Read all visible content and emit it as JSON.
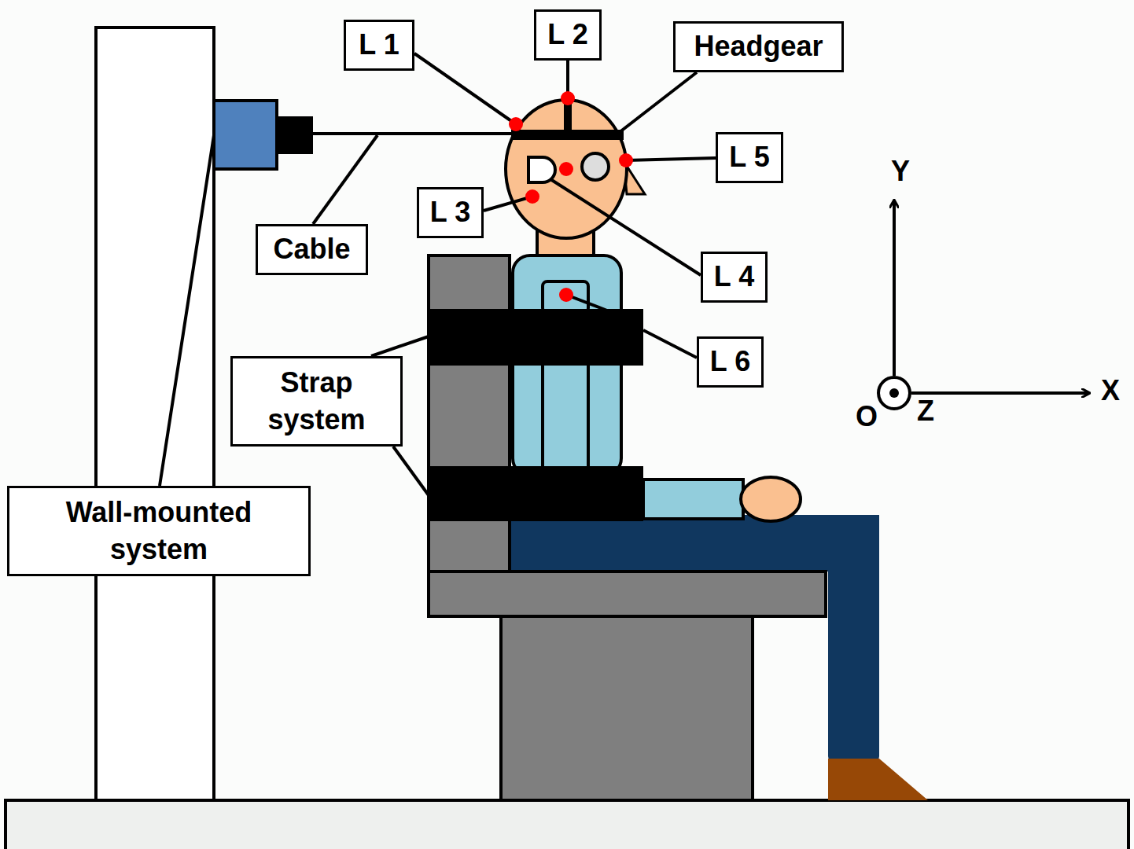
{
  "diagram": {
    "nodes": [
      {
        "text": [
          "L 1"
        ]
      },
      {
        "text": [
          "L 2"
        ]
      },
      {
        "text": [
          "Headgear"
        ]
      },
      {
        "text": [
          "L 5"
        ]
      },
      {
        "text": [
          "L 3"
        ]
      },
      {
        "text": [
          "Cable"
        ]
      },
      {
        "text": [
          "L 4"
        ]
      },
      {
        "text": [
          "L 6"
        ]
      },
      {
        "text": [
          "Strap system"
        ]
      },
      {
        "text": [
          "Wall-mounted system"
        ]
      }
    ],
    "labels": [
      "Y",
      "X",
      "O",
      "Z"
    ]
  }
}
